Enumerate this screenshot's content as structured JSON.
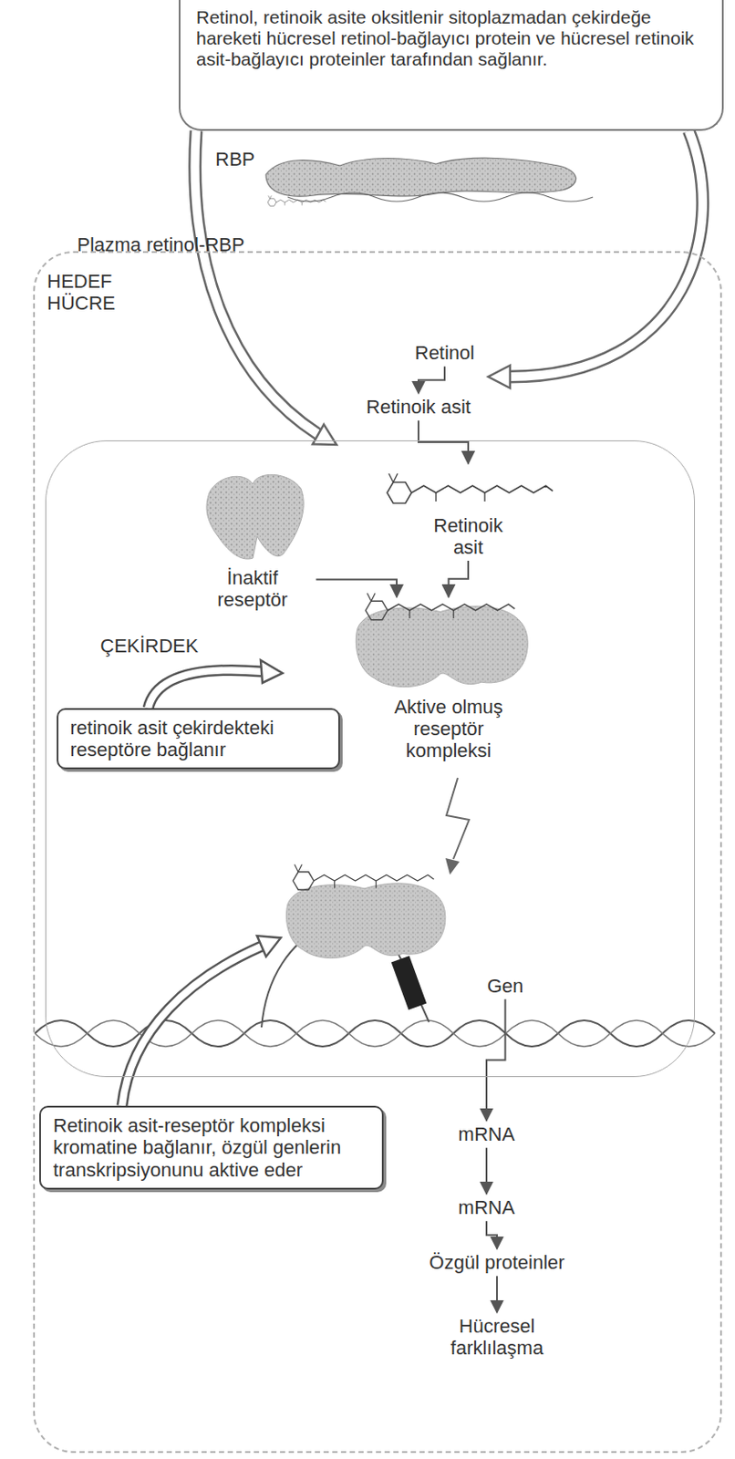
{
  "diagram": {
    "nodes": [
      {
        "text": [
          "Retinol, retinoik asite oksitlenir sitoplazmadan çekirdeğe hareketi hücresel retinol-bağlayıcı protein ve hücresel retinoik asit-bağlayıcı proteinler tarafından sağlanır."
        ]
      },
      {
        "text": [
          "HEDEF HÜCRE"
        ]
      },
      {
        "text": [
          "Retinol"
        ],
        "in": 1
      },
      {
        "text": [
          "Retinoik asit"
        ],
        "in": 1
      },
      {
        "text": [
          "ÇEKİRDEK"
        ],
        "in": 1
      },
      {
        "text": [
          "İnaktif reseptör"
        ],
        "in": 4
      },
      {
        "text": [
          "Retinoik asit"
        ],
        "in": 4
      },
      {
        "text": [
          "Aktive olmuş reseptör kompleksi"
        ],
        "in": 4
      },
      {
        "text": [
          "retinoik asit çekirdekteki reseptöre bağlanır"
        ],
        "in": 4
      },
      {
        "text": [
          "Gen"
        ],
        "in": 4
      },
      {
        "text": [
          "Retinoik asit-reseptör kompleksi kromatine bağlanır, özgül genlerin transkripsiyonunu aktive eder"
        ],
        "in": 1
      },
      {
        "text": [
          "mRNA"
        ],
        "in": 1
      },
      {
        "text": [
          "mRNA"
        ],
        "in": 1
      },
      {
        "text": [
          "Özgül proteinler"
        ],
        "in": 1
      },
      {
        "text": [
          "Hücresel farklılaşma"
        ],
        "in": 1
      }
    ],
    "edges": [
      {
        "from": 2,
        "to": 3,
        "arrow": "to"
      },
      {
        "from": 3,
        "to": 6,
        "arrow": "to"
      },
      {
        "from": 5,
        "to": 7,
        "arrow": "to"
      },
      {
        "from": 6,
        "to": 7,
        "arrow": "to"
      },
      {
        "from": 9,
        "to": 11,
        "arrow": "to"
      },
      {
        "from": 11,
        "to": 12,
        "arrow": "to"
      },
      {
        "from": 12,
        "to": 13,
        "arrow": "to"
      },
      {
        "from": 13,
        "to": 14,
        "arrow": "to"
      }
    ],
    "labels": [
      "RBP",
      "Plazma retinol-RBP"
    ]
  }
}
